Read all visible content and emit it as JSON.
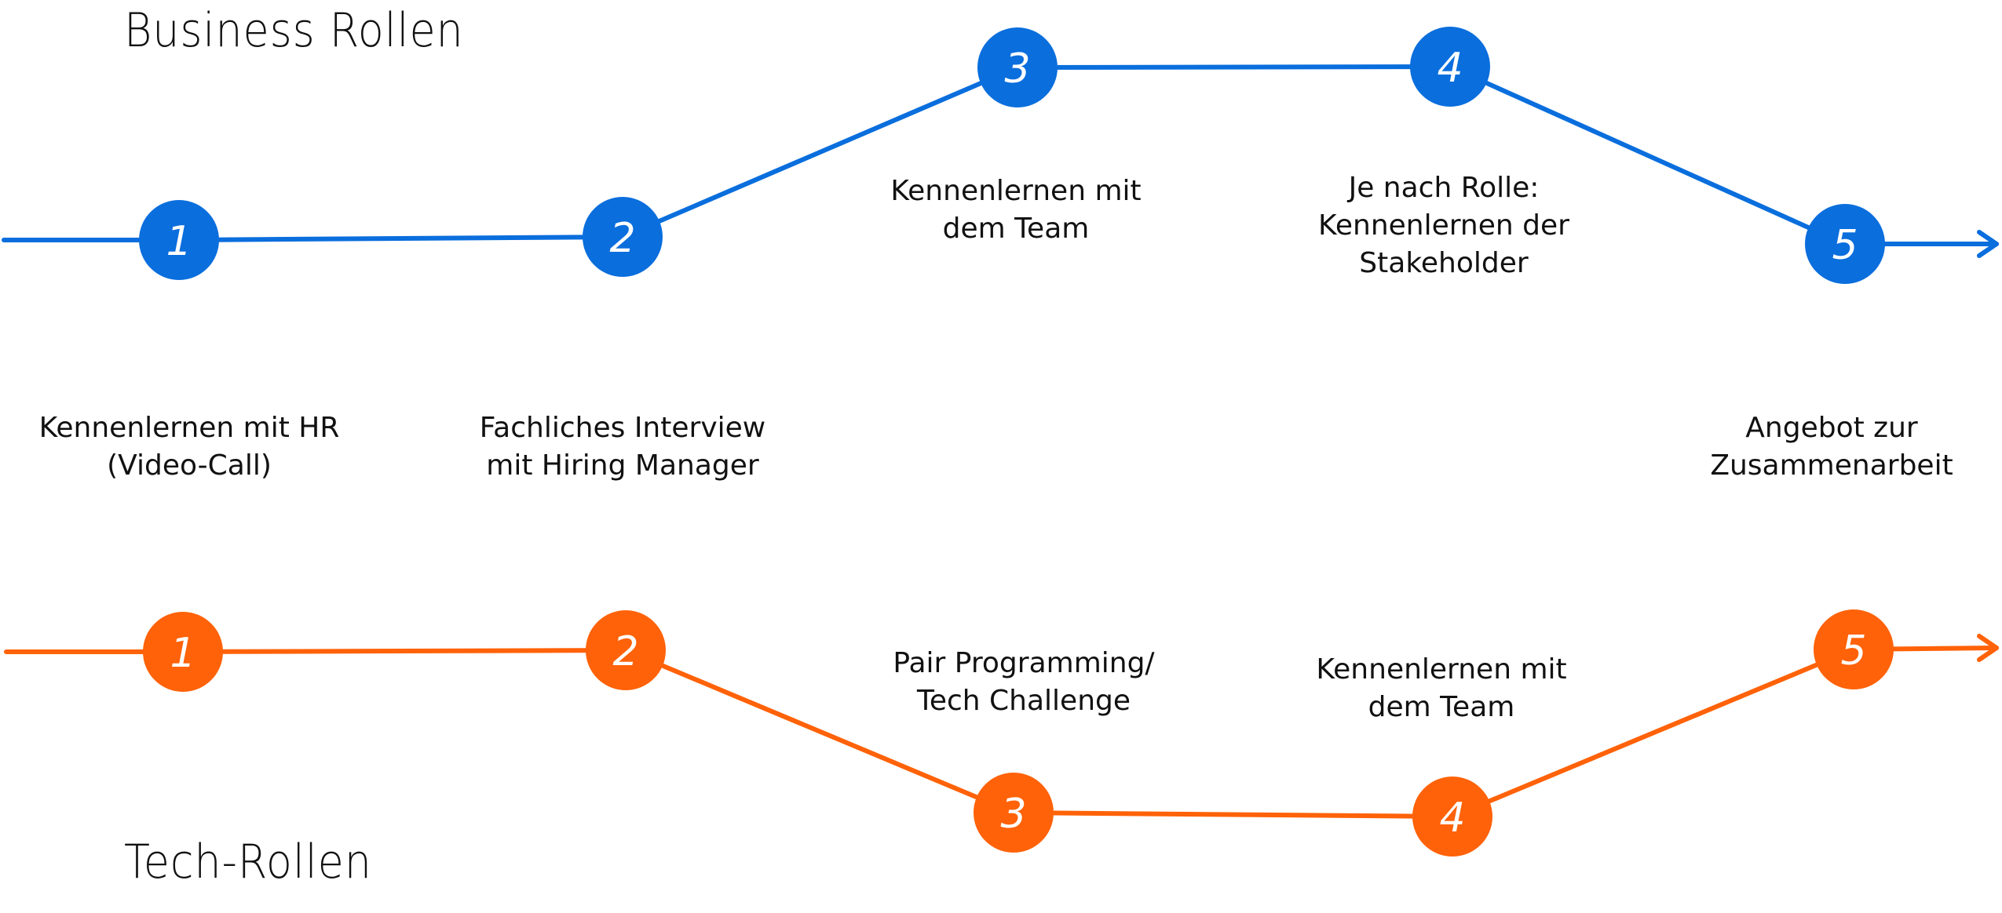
{
  "colors": {
    "business": "#0a6edd",
    "tech": "#ff6208",
    "text": "#111111"
  },
  "business": {
    "title": "Business Rollen",
    "steps": [
      {
        "number": "1",
        "label": "Kennenlernen mit HR\n(Video-Call)"
      },
      {
        "number": "2",
        "label": "Fachliches Interview\nmit Hiring Manager"
      },
      {
        "number": "3",
        "label": "Kennenlernen mit\ndem Team"
      },
      {
        "number": "4",
        "label": "Je nach Rolle:\nKennenlernen der\nStakeholder"
      },
      {
        "number": "5",
        "label": "Angebot zur\nZusammenarbeit"
      }
    ]
  },
  "tech": {
    "title": "Tech-Rollen",
    "steps": [
      {
        "number": "1",
        "label": ""
      },
      {
        "number": "2",
        "label": ""
      },
      {
        "number": "3",
        "label": "Pair Programming/\nTech Challenge"
      },
      {
        "number": "4",
        "label": "Kennenlernen mit\ndem Team"
      },
      {
        "number": "5",
        "label": ""
      }
    ]
  }
}
